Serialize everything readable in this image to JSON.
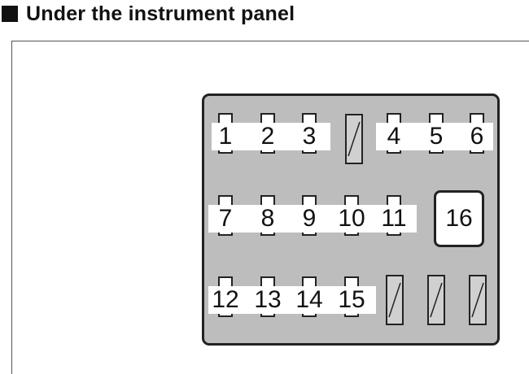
{
  "heading": {
    "title": "Under the instrument panel"
  },
  "fuses": {
    "row1": [
      "1",
      "2",
      "3",
      "4",
      "5",
      "6"
    ],
    "row2": [
      "7",
      "8",
      "9",
      "10",
      "11"
    ],
    "row3": [
      "12",
      "13",
      "14",
      "15"
    ],
    "relay": "16"
  }
}
